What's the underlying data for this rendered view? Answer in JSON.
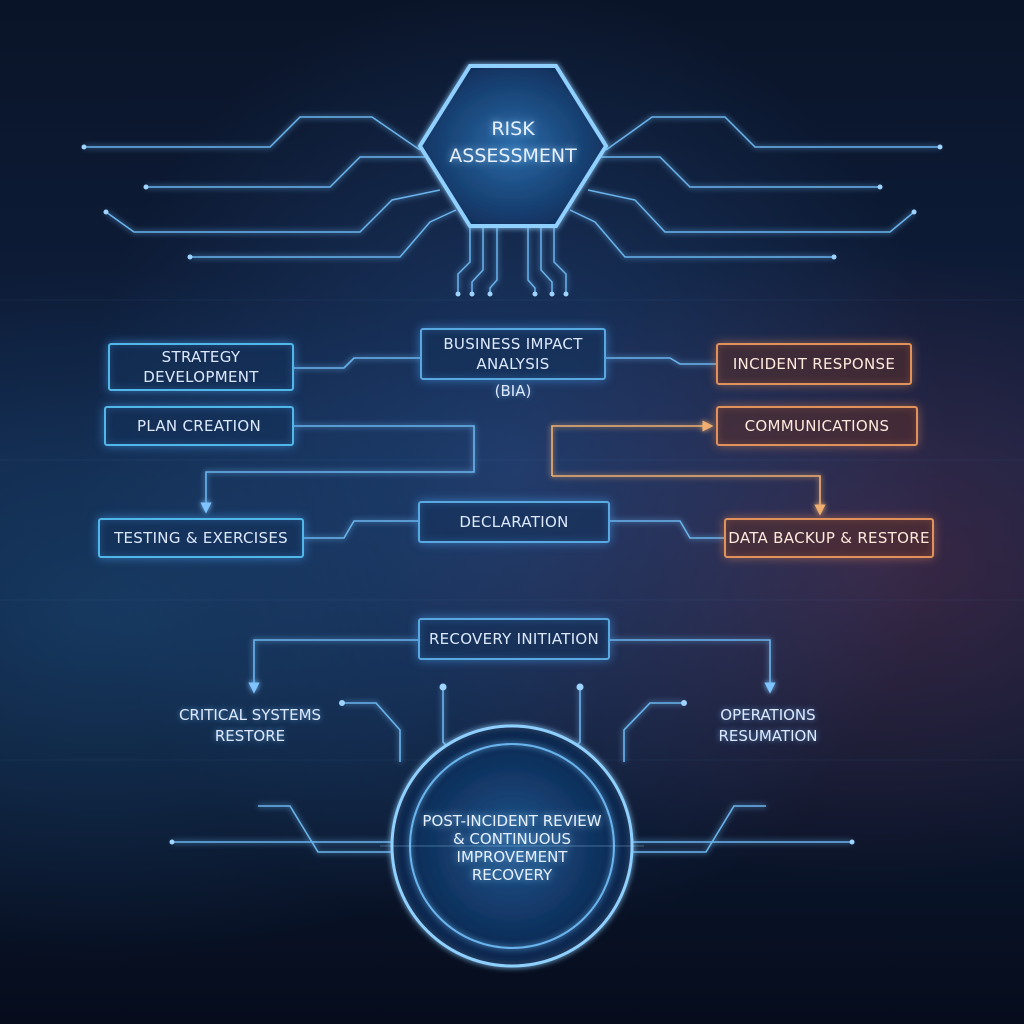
{
  "diagram": {
    "hub": {
      "line1": "RISK",
      "line2": "ASSESSMENT"
    },
    "bia": {
      "line1": "BUSINESS IMPACT",
      "line2": "ANALYSIS",
      "sub": "(BIA)"
    },
    "strategy": {
      "line1": "STRATEGY",
      "line2": "DEVELOPMENT"
    },
    "plan_creation": "PLAN CREATION",
    "testing": "TESTING & EXERCISES",
    "declaration": "DECLARATION",
    "recovery_initiation": "RECOVERY INITIATION",
    "incident_response": "INCIDENT RESPONSE",
    "communications": "COMMUNICATIONS",
    "data_backup": "DATA BACKUP & RESTORE",
    "critical_systems": {
      "line1": "CRITICAL SYSTEMS",
      "line2": "RESTORE"
    },
    "operations": {
      "line1": "OPERATIONS",
      "line2": "RESUMATION"
    },
    "final": {
      "line1": "POST-INCIDENT REVIEW",
      "line2": "& CONTINUOUS",
      "line3": "IMPROVEMENT",
      "line4": "RECOVERY"
    }
  },
  "colors": {
    "primary_blue": "#5aa8e0",
    "accent_orange": "#e0925a",
    "glow": "#7fc4ff",
    "background": "#0f2040"
  }
}
